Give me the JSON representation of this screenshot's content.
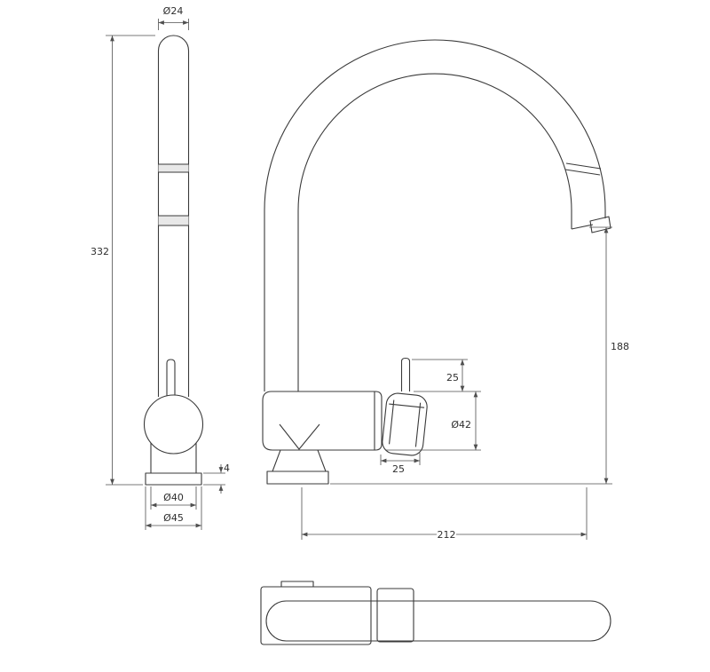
{
  "drawing": {
    "subject": "Kitchen mixer tap with gooseneck spout - dimensioned technical drawing",
    "line_color": "#3a3a3a",
    "background_color": "#ffffff",
    "views": {
      "side": {
        "name": "side-view",
        "dim_spout_diameter": "Ø24",
        "dim_overall_height": "332",
        "dim_base_thickness": "4",
        "dim_base_top_diameter": "Ø40",
        "dim_base_bottom_diameter": "Ø45"
      },
      "front": {
        "name": "front-view",
        "dim_handle_stem_height": "25",
        "dim_body_diameter": "Ø42",
        "dim_handle_length": "25",
        "dim_outlet_height": "188",
        "dim_spout_reach": "212"
      },
      "top": {
        "name": "top-view"
      }
    }
  }
}
